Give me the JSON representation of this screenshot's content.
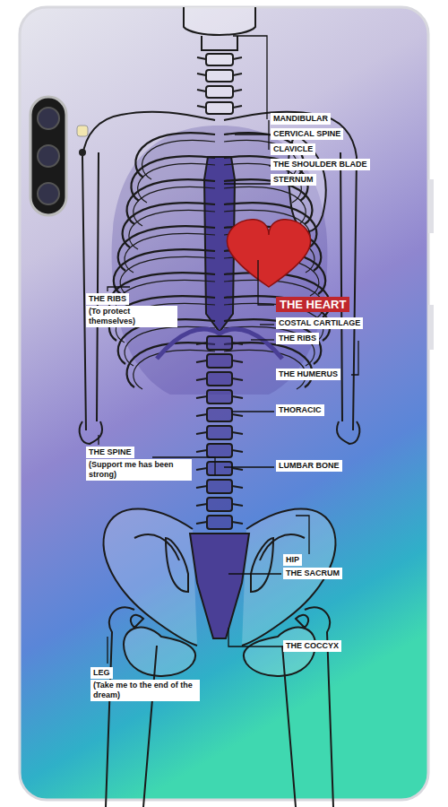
{
  "diagram": {
    "labels": [
      "MANDIBULAR",
      "CERVICAL SPINE",
      "CLAVICLE",
      "THE SHOULDER BLADE",
      "STERNUM",
      "THE HEART",
      "COSTAL CARTILAGE",
      "THE RIBS",
      "THE HUMERUS",
      "THORACIC",
      "LUMBAR BONE",
      "HIP",
      "THE SACRUM",
      "THE COCCYX",
      "THE RIBS",
      "(To protect themselves)",
      "THE SPINE",
      "(Support me has been strong)",
      "LEG",
      "(Take me to the end of the dream)"
    ]
  }
}
